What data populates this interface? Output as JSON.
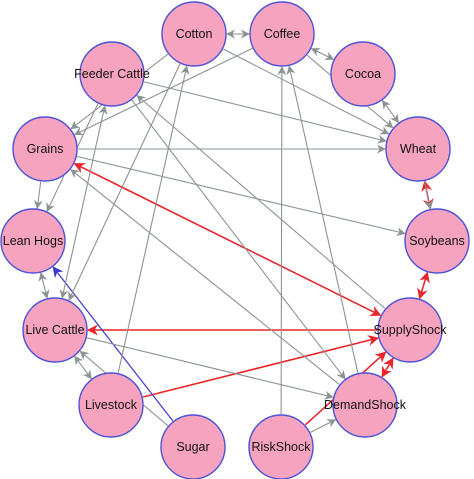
{
  "nodes": [
    {
      "id": "cotton",
      "label": "Cotton"
    },
    {
      "id": "coffee",
      "label": "Coffee"
    },
    {
      "id": "feeder_cattle",
      "label": "Feeder Cattle"
    },
    {
      "id": "cocoa",
      "label": "Cocoa"
    },
    {
      "id": "grains",
      "label": "Grains"
    },
    {
      "id": "wheat",
      "label": "Wheat"
    },
    {
      "id": "lean_hogs",
      "label": "Lean Hogs"
    },
    {
      "id": "soybeans",
      "label": "Soybeans"
    },
    {
      "id": "live_cattle",
      "label": "Live Cattle"
    },
    {
      "id": "supply_shock",
      "label": "SupplyShock"
    },
    {
      "id": "livestock",
      "label": "Livestock"
    },
    {
      "id": "demand_shock",
      "label": "DemandShock"
    },
    {
      "id": "sugar",
      "label": "Sugar"
    },
    {
      "id": "risk_shock",
      "label": "RiskShock"
    }
  ],
  "colors": {
    "node_fill": "#f5a3bf",
    "node_stroke": "#4c52d6",
    "edge_gray": "#8c9393",
    "edge_red": "#e8262b",
    "edge_blue": "#3a3ad0"
  },
  "edges": [
    {
      "from": "grains",
      "to": "supply_shock",
      "color": "red",
      "bidirectional": true
    },
    {
      "from": "supply_shock",
      "to": "live_cattle",
      "color": "red"
    },
    {
      "from": "livestock",
      "to": "supply_shock",
      "color": "red"
    },
    {
      "from": "risk_shock",
      "to": "supply_shock",
      "color": "red"
    },
    {
      "from": "soybeans",
      "to": "supply_shock",
      "color": "red",
      "bidirectional": true
    },
    {
      "from": "demand_shock",
      "to": "supply_shock",
      "color": "red",
      "bidirectional": true
    },
    {
      "from": "wheat",
      "to": "soybeans",
      "color": "red",
      "bidirectional": true
    },
    {
      "from": "sugar",
      "to": "lean_hogs",
      "color": "blue"
    },
    {
      "from": "cotton",
      "to": "coffee",
      "color": "gray"
    },
    {
      "from": "cotton",
      "to": "grains",
      "color": "gray"
    },
    {
      "from": "cotton",
      "to": "wheat",
      "color": "gray"
    },
    {
      "from": "cotton",
      "to": "live_cattle",
      "color": "gray"
    },
    {
      "from": "coffee",
      "to": "cotton",
      "color": "gray"
    },
    {
      "from": "coffee",
      "to": "cocoa",
      "color": "gray",
      "bidirectional": true
    },
    {
      "from": "coffee",
      "to": "grains",
      "color": "gray"
    },
    {
      "from": "coffee",
      "to": "wheat",
      "color": "gray"
    },
    {
      "from": "feeder_cattle",
      "to": "lean_hogs",
      "color": "gray"
    },
    {
      "from": "feeder_cattle",
      "to": "wheat",
      "color": "gray"
    },
    {
      "from": "feeder_cattle",
      "to": "demand_shock",
      "color": "gray"
    },
    {
      "from": "feeder_cattle",
      "to": "live_cattle",
      "color": "gray",
      "bidirectional": true
    },
    {
      "from": "cocoa",
      "to": "wheat",
      "color": "gray",
      "bidirectional": true
    },
    {
      "from": "grains",
      "to": "wheat",
      "color": "gray"
    },
    {
      "from": "grains",
      "to": "soybeans",
      "color": "gray"
    },
    {
      "from": "grains",
      "to": "lean_hogs",
      "color": "gray"
    },
    {
      "from": "lean_hogs",
      "to": "live_cattle",
      "color": "gray",
      "bidirectional": true
    },
    {
      "from": "live_cattle",
      "to": "livestock",
      "color": "gray",
      "bidirectional": true
    },
    {
      "from": "live_cattle",
      "to": "demand_shock",
      "color": "gray"
    },
    {
      "from": "livestock",
      "to": "cotton",
      "color": "gray"
    },
    {
      "from": "sugar",
      "to": "live_cattle",
      "color": "gray"
    },
    {
      "from": "risk_shock",
      "to": "demand_shock",
      "color": "gray"
    },
    {
      "from": "risk_shock",
      "to": "coffee",
      "color": "gray"
    },
    {
      "from": "demand_shock",
      "to": "coffee",
      "color": "gray"
    },
    {
      "from": "demand_shock",
      "to": "grains",
      "color": "gray"
    },
    {
      "from": "supply_shock",
      "to": "feeder_cattle",
      "color": "gray"
    },
    {
      "from": "wheat",
      "to": "soybeans",
      "color": "gray"
    }
  ]
}
